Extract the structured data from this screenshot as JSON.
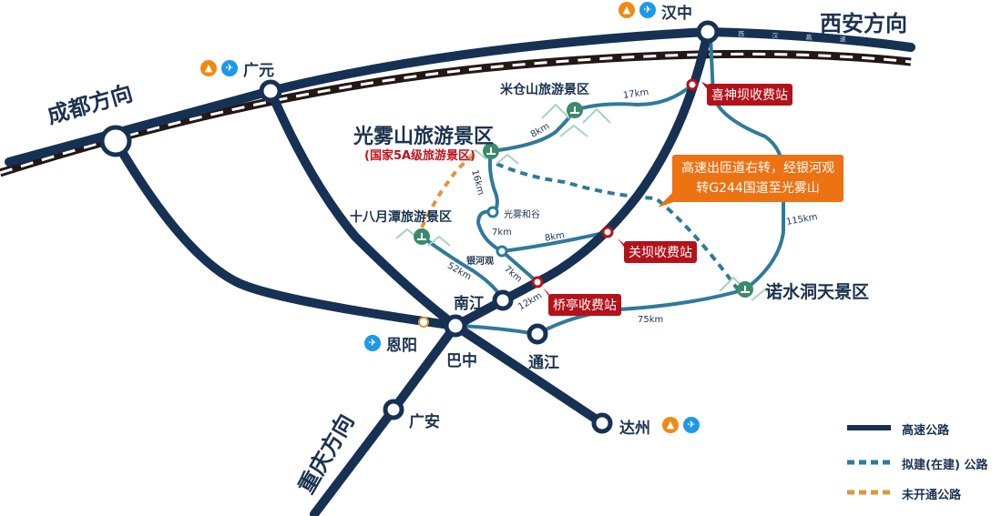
{
  "directions": {
    "chengdu": "成都方向",
    "xian": "西安方向",
    "chongqing": "重庆方向"
  },
  "cities": {
    "hanzhong": "汉中",
    "guangyuan": "广元",
    "bazhong": "巴中",
    "nanjiang": "南江",
    "tongjiang": "通江",
    "enyang": "恩阳",
    "guangan": "广安",
    "dazhou": "达州"
  },
  "scenic": {
    "guangwushan": "光雾山旅游景区",
    "guangwushan_note": "(国家5A级旅游景区)",
    "micangshan": "米仓山旅游景区",
    "shibayuetan": "十八月潭旅游景区",
    "nuoshuidong": "诺水洞天景区",
    "guangwuhegu": "光雾和谷",
    "yinheguan": "银河观"
  },
  "tolls": {
    "xishenba": "喜神坝收费站",
    "guanba": "关坝收费站",
    "qiaoting": "桥亭收费站"
  },
  "callout": {
    "line1": "高速出匝道右转，经银河观",
    "line2": "转G244国道至光雾山"
  },
  "distances": {
    "d17": "17km",
    "d8a": "8km",
    "d16": "16km",
    "d7a": "7km",
    "d8b": "8km",
    "d52": "52km",
    "d7b": "7km",
    "d12": "12km",
    "d115": "115km",
    "d75": "75km"
  },
  "road_labels": {
    "xihan": "西 汉 高 速"
  },
  "icons": {
    "train": "train-icon",
    "plane": "plane-icon",
    "scenic": "tree-icon"
  },
  "legend": {
    "highway": "高速公路",
    "planned": "拟建(在建) 公路",
    "unopened": "未开通公路"
  },
  "colors": {
    "highway": "#163153",
    "secondary": "#2f7a9a",
    "unopened": "#e0963a",
    "toll": "#b3121b",
    "callout": "#ec7212",
    "scenic": "#3c8a6c"
  }
}
